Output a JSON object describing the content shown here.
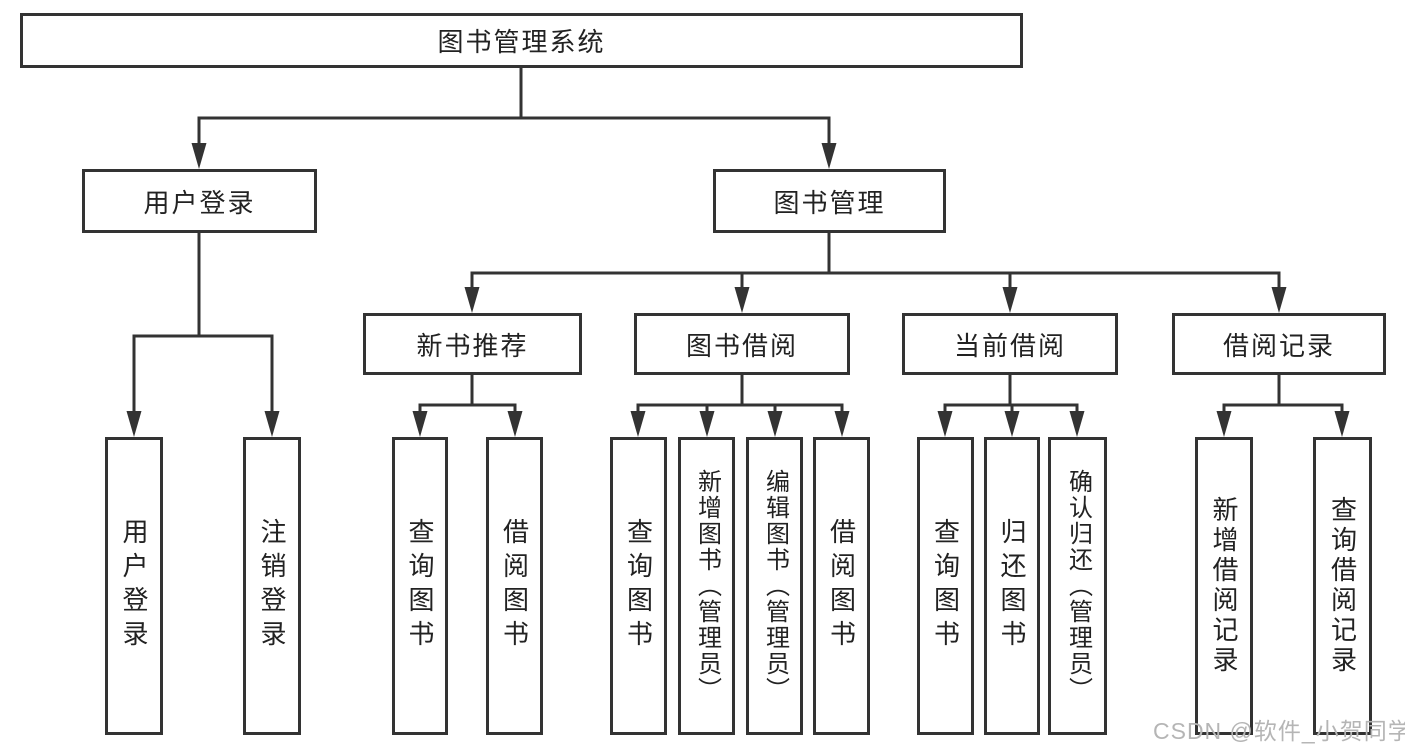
{
  "diagram": {
    "root": {
      "label": "图书管理系统"
    },
    "level2": [
      {
        "label": "用户登录"
      },
      {
        "label": "图书管理"
      }
    ],
    "level3": [
      {
        "label": "新书推荐"
      },
      {
        "label": "图书借阅"
      },
      {
        "label": "当前借阅"
      },
      {
        "label": "借阅记录"
      }
    ],
    "leaves": {
      "login": [
        {
          "label": "用户登录"
        },
        {
          "label": "注销登录"
        }
      ],
      "recommend": [
        {
          "label": "查询图书"
        },
        {
          "label": "借阅图书"
        }
      ],
      "borrow": [
        {
          "label": "查询图书"
        },
        {
          "label": "新增图书（管理员）"
        },
        {
          "label": "编辑图书（管理员）"
        },
        {
          "label": "借阅图书"
        }
      ],
      "current": [
        {
          "label": "查询图书"
        },
        {
          "label": "归还图书"
        },
        {
          "label": "确认归还（管理员）"
        }
      ],
      "records": [
        {
          "label": "新增借阅记录"
        },
        {
          "label": "查询借阅记录"
        }
      ]
    },
    "colors": {
      "line": "#333333",
      "text": "#222222",
      "box_background": "#ffffff",
      "watermark": "#b5b5b5"
    }
  },
  "watermark": {
    "text": "CSDN @软件_小贺同学"
  }
}
